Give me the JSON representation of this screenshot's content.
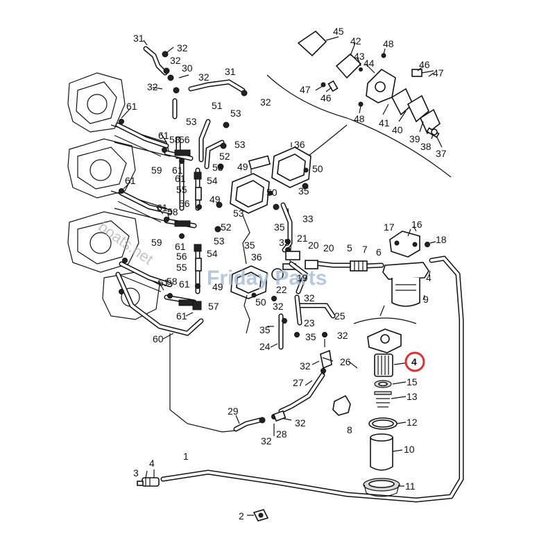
{
  "watermark": {
    "brand": "Friday Parts",
    "site": "boats.net"
  },
  "highlight": {
    "callout": "4",
    "color": "#e03030"
  },
  "labels": {
    "l1": "1",
    "l2": "2",
    "l3": "3",
    "l4a": "4",
    "l4b": "4",
    "l5": "5",
    "l6": "6",
    "l7": "7",
    "l8": "8",
    "l9": "9",
    "l10": "10",
    "l11": "11",
    "l12": "12",
    "l13": "13",
    "l15": "15",
    "l16": "16",
    "l17": "17",
    "l18": "18",
    "l19": "19",
    "l20": "20",
    "l21": "21",
    "l22": "22",
    "l23": "23",
    "l24": "24",
    "l25": "25",
    "l26": "26",
    "l27": "27",
    "l28": "28",
    "l29": "29",
    "l30": "30",
    "l31a": "31",
    "l31b": "31",
    "l32a": "32",
    "l32b": "32",
    "l32c": "32",
    "l32d": "32",
    "l32e": "32",
    "l32f": "32",
    "l32g": "32",
    "l32h": "32",
    "l32i": "32",
    "l32j": "32",
    "l33": "33",
    "l35a": "35",
    "l35b": "35",
    "l35c": "35",
    "l35d": "35",
    "l35e": "35",
    "l35f": "35",
    "l36a": "36",
    "l36b": "36",
    "l37": "37",
    "l38": "38",
    "l39": "39",
    "l40": "40",
    "l41": "41",
    "l42": "42",
    "l43": "43",
    "l44": "44",
    "l45": "45",
    "l46a": "46",
    "l46b": "46",
    "l47a": "47",
    "l47b": "47",
    "l48a": "48",
    "l48b": "48",
    "l49a": "49",
    "l49b": "49",
    "l49c": "49",
    "l50a": "50",
    "l50b": "50",
    "l50c": "50",
    "l51": "51",
    "l52a": "52",
    "l52b": "52",
    "l52c": "52",
    "l53a": "53",
    "l53b": "53",
    "l53c": "53",
    "l53d": "53",
    "l53e": "53",
    "l54a": "54",
    "l54b": "54",
    "l55a": "55",
    "l55b": "55",
    "l56a": "56",
    "l56b": "56",
    "l57": "57",
    "l58a": "58",
    "l58b": "58",
    "l58c": "58",
    "l59a": "59",
    "l59b": "59",
    "l60": "60",
    "l61a": "61",
    "l61b": "61",
    "l61c": "61",
    "l61d": "61",
    "l61e": "61",
    "l61f": "61",
    "l61g": "61",
    "l61h": "61",
    "l61i": "61",
    "l61j": "61",
    "l61k": "61"
  }
}
